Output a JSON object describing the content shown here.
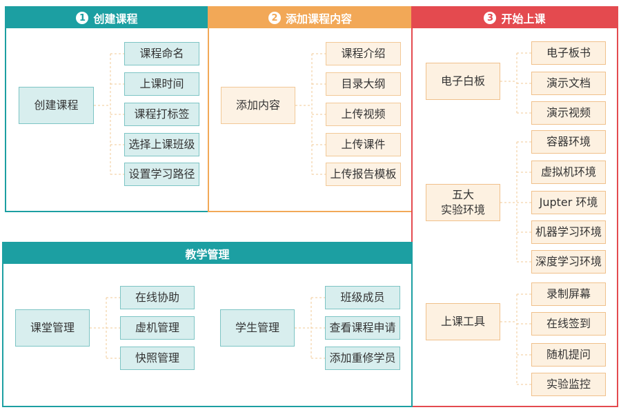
{
  "colors": {
    "teal": "#1c9fa2",
    "orange": "#f2a857",
    "red": "#e44a4f"
  },
  "sections": {
    "create": {
      "number": "1",
      "title": "创建课程",
      "root": "创建课程",
      "items": [
        "课程命名",
        "上课时间",
        "课程打标签",
        "选择上课班级",
        "设置学习路径"
      ]
    },
    "content": {
      "number": "2",
      "title": "添加课程内容",
      "root": "添加内容",
      "items": [
        "课程介绍",
        "目录大纲",
        "上传视频",
        "上传课件",
        "上传报告模板"
      ]
    },
    "class": {
      "number": "3",
      "title": "开始上课",
      "groups": [
        {
          "root": "电子白板",
          "items": [
            "电子板书",
            "演示文档",
            "演示视频"
          ]
        },
        {
          "root": "五大\n实验环境",
          "root_line1": "五大",
          "root_line2": "实验环境",
          "items": [
            "容器环境",
            "虚拟机环境",
            "Jupter 环境",
            "机器学习环境",
            "深度学习环境"
          ]
        },
        {
          "root": "上课工具",
          "items": [
            "录制屏幕",
            "在线签到",
            "随机提问",
            "实验监控"
          ]
        }
      ]
    },
    "teaching": {
      "title": "教学管理",
      "groups": [
        {
          "root": "课堂管理",
          "items": [
            "在线协助",
            "虚机管理",
            "快照管理"
          ]
        },
        {
          "root": "学生管理",
          "items": [
            "班级成员",
            "查看课程申请",
            "添加重修学员"
          ]
        }
      ]
    }
  }
}
